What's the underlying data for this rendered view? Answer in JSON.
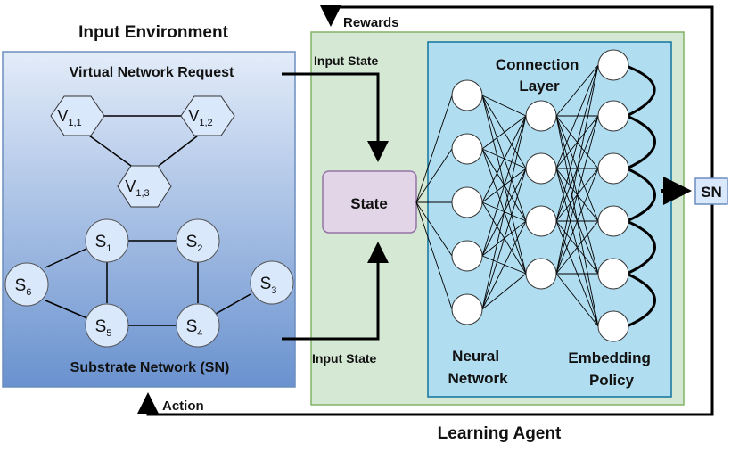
{
  "titles": {
    "input_environment": "Input Environment",
    "learning_agent": "Learning Agent"
  },
  "input_env": {
    "vnr_label": "Virtual Network Request",
    "sn_label": "Substrate Network (SN)",
    "virtual_nodes": [
      {
        "base": "V",
        "sub": "1,1"
      },
      {
        "base": "V",
        "sub": "1,2"
      },
      {
        "base": "V",
        "sub": "1,3"
      }
    ],
    "substrate_nodes": [
      {
        "base": "S",
        "sub": "1"
      },
      {
        "base": "S",
        "sub": "2"
      },
      {
        "base": "S",
        "sub": "3"
      },
      {
        "base": "S",
        "sub": "4"
      },
      {
        "base": "S",
        "sub": "5"
      },
      {
        "base": "S",
        "sub": "6"
      }
    ]
  },
  "flow": {
    "rewards": "Rewards",
    "action": "Action",
    "input_state_top": "Input State",
    "input_state_bottom": "Input State",
    "sn_output": "SN"
  },
  "agent": {
    "state": "State",
    "connection_layer_1": "Connection",
    "connection_layer_2": "Layer",
    "neural_1": "Neural",
    "neural_2": "Network",
    "embedding_1": "Embedding",
    "embedding_2": "Policy"
  },
  "colors": {
    "env_fill_top": "#dbe6f7",
    "env_fill_bottom": "#6f95cf",
    "agent_fill": "#d5e8d4",
    "agent_border": "#82b366",
    "nn_fill": "#b1ddf0",
    "nn_border": "#10739e",
    "state_fill": "#e1d5e7",
    "state_border": "#9673a6",
    "node_fill": "#dae8fc"
  }
}
